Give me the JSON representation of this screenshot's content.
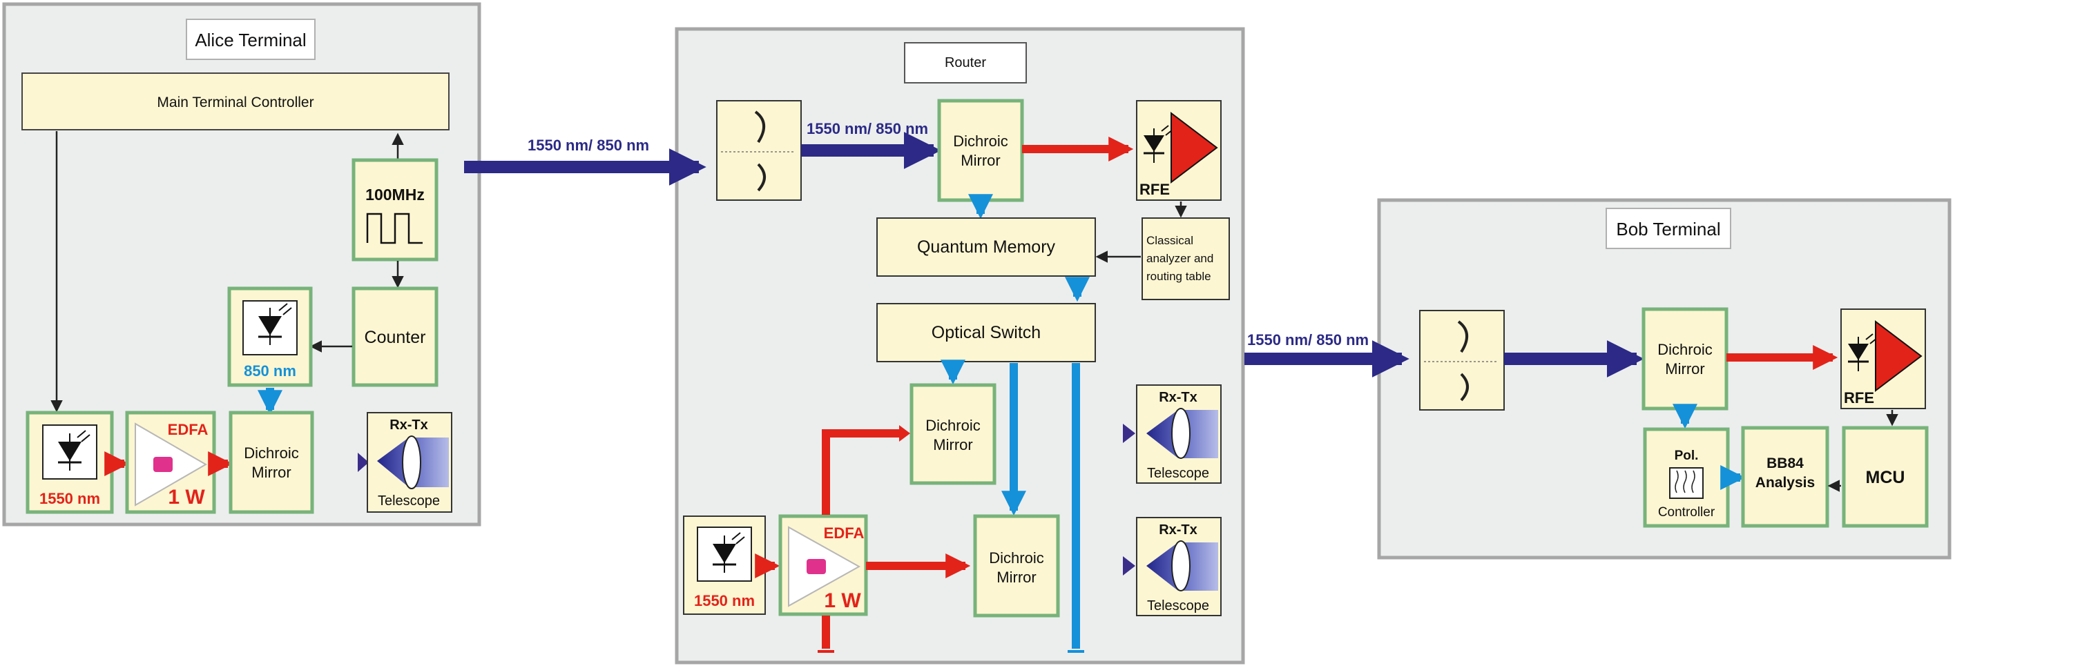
{
  "panels": {
    "alice_title": "Alice Terminal",
    "router_title": "Router",
    "bob_title": "Bob Terminal"
  },
  "alice": {
    "controller": "Main Terminal Controller",
    "clock": "100MHz",
    "counter": "Counter",
    "detector_850": "850 nm",
    "laser": "1550 nm",
    "edfa": "EDFA",
    "edfa_power": "1 W",
    "dichroic_1": "Dichroic",
    "dichroic_2": "Mirror",
    "rxtx": "Rx-Tx",
    "telescope": "Telescope"
  },
  "router": {
    "input_wavelength": "1550 nm/ 850 nm",
    "dichroic_1": "Dichroic",
    "dichroic_2": "Mirror",
    "rfe": "RFE",
    "quantum_memory": "Quantum Memory",
    "optical_switch": "Optical Switch",
    "classical_1": "Classical",
    "classical_2": "analyzer and",
    "classical_3": "routing table",
    "dichroic_a_1": "Dichroic",
    "dichroic_a_2": "Mirror",
    "dichroic_b_1": "Dichroic",
    "dichroic_b_2": "Mirror",
    "rxtx_top": "Rx-Tx",
    "telescope_top": "Telescope",
    "rxtx_bottom": "Rx-Tx",
    "telescope_bottom": "Telescope",
    "laser": "1550 nm",
    "edfa": "EDFA",
    "edfa_power": "1 W"
  },
  "links": {
    "alice_to_router": "1550 nm/ 850 nm",
    "router_to_bob": "1550 nm/ 850 nm"
  },
  "bob": {
    "dichroic_1": "Dichroic",
    "dichroic_2": "Mirror",
    "rfe": "RFE",
    "pol_1": "Pol.",
    "pol_2": "Controller",
    "bb84_1": "BB84",
    "bb84_2": "Analysis",
    "mcu": "MCU"
  },
  "colors": {
    "panel_bg": "#eceeee",
    "panel_border": "#a6a6a6",
    "block_bg": "#fdf6d2",
    "green_border": "#77b37a",
    "navy": "#2c2a86",
    "red": "#e2231a",
    "blue": "#1591d9",
    "label_red": "#e2231a",
    "label_blue": "#1591d9"
  }
}
